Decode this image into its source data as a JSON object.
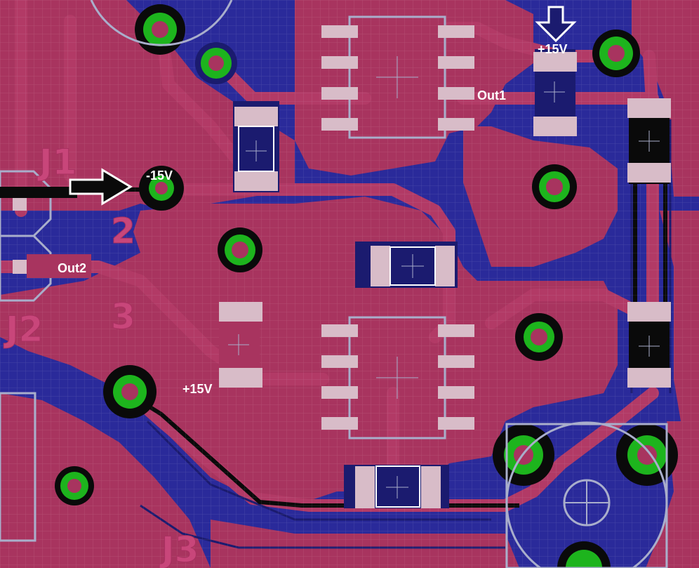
{
  "board": {
    "colors": {
      "background": "#2a2a9a",
      "copper_pour": "#a8345f",
      "trace": "#b23a66",
      "clearance": "#1b1b6f",
      "pad": "#d8bcc8",
      "via_ring": "#1db41d",
      "silkscreen": "#c8467a",
      "outline": "#a9aecb",
      "annotation_text": "#ffffff"
    },
    "annotations": {
      "neg15v": "-15V",
      "pos15v_top": "+15V",
      "pos15v_mid": "+15V",
      "out1": "Out1",
      "out2": "Out2"
    },
    "silkscreen_labels": {
      "j1": "J1",
      "j2": "J2",
      "j3": "J3",
      "pin2": "2",
      "pin3": "3"
    },
    "icons": [
      "arrow-right-icon",
      "arrow-down-icon"
    ]
  }
}
